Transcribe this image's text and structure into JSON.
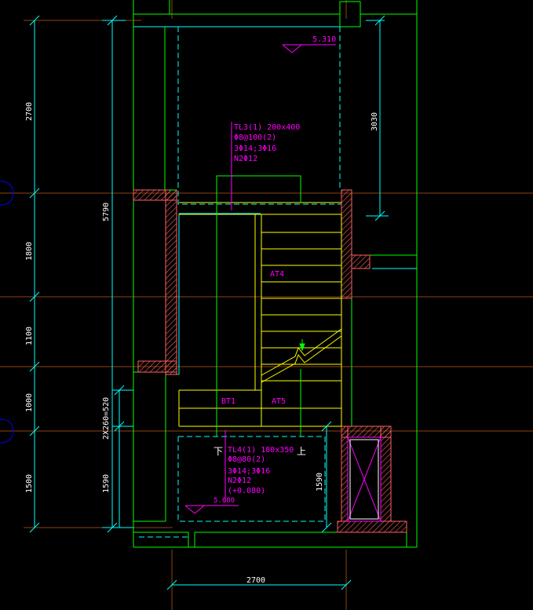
{
  "colors": {
    "background": "#000000",
    "wall": "#00ff00",
    "beam": "#ffff00",
    "slab": "#00ffff",
    "annotation": "#ff00ff",
    "grid": "#8b4513",
    "dimension": "#00ffff",
    "axis": "#0000ff",
    "hatch": "#ff6060",
    "stair": "#ffff00"
  },
  "elevations": {
    "top": "5.310",
    "bottom": "5.680"
  },
  "left_dimensions": {
    "d1": "2700",
    "d2": "1800",
    "d3": "1100",
    "d4": "1000",
    "d5": "1500"
  },
  "middle_dimensions": {
    "overall": "5790",
    "stairs": "2X260=520",
    "lower": "1590"
  },
  "right_dimensions": {
    "upper": "3030",
    "lower": "1590"
  },
  "bottom_dimension": "2700",
  "beam_tl3": {
    "line1": "TL3(1) 200x400",
    "line2": "Φ8@100(2)",
    "line3": "3Φ14;3Φ16",
    "line4": "N2Φ12"
  },
  "beam_tl4": {
    "line1": "TL4(1) 180x350",
    "line2": "Φ8@80(2)",
    "line3": "3Φ14;3Φ16",
    "line4": "N2Φ12",
    "line5": "(+0.080)"
  },
  "stair_labels": {
    "at4": "AT4",
    "at5": "AT5",
    "bt1": "BT1"
  },
  "direction_labels": {
    "down": "下",
    "up": "上"
  }
}
